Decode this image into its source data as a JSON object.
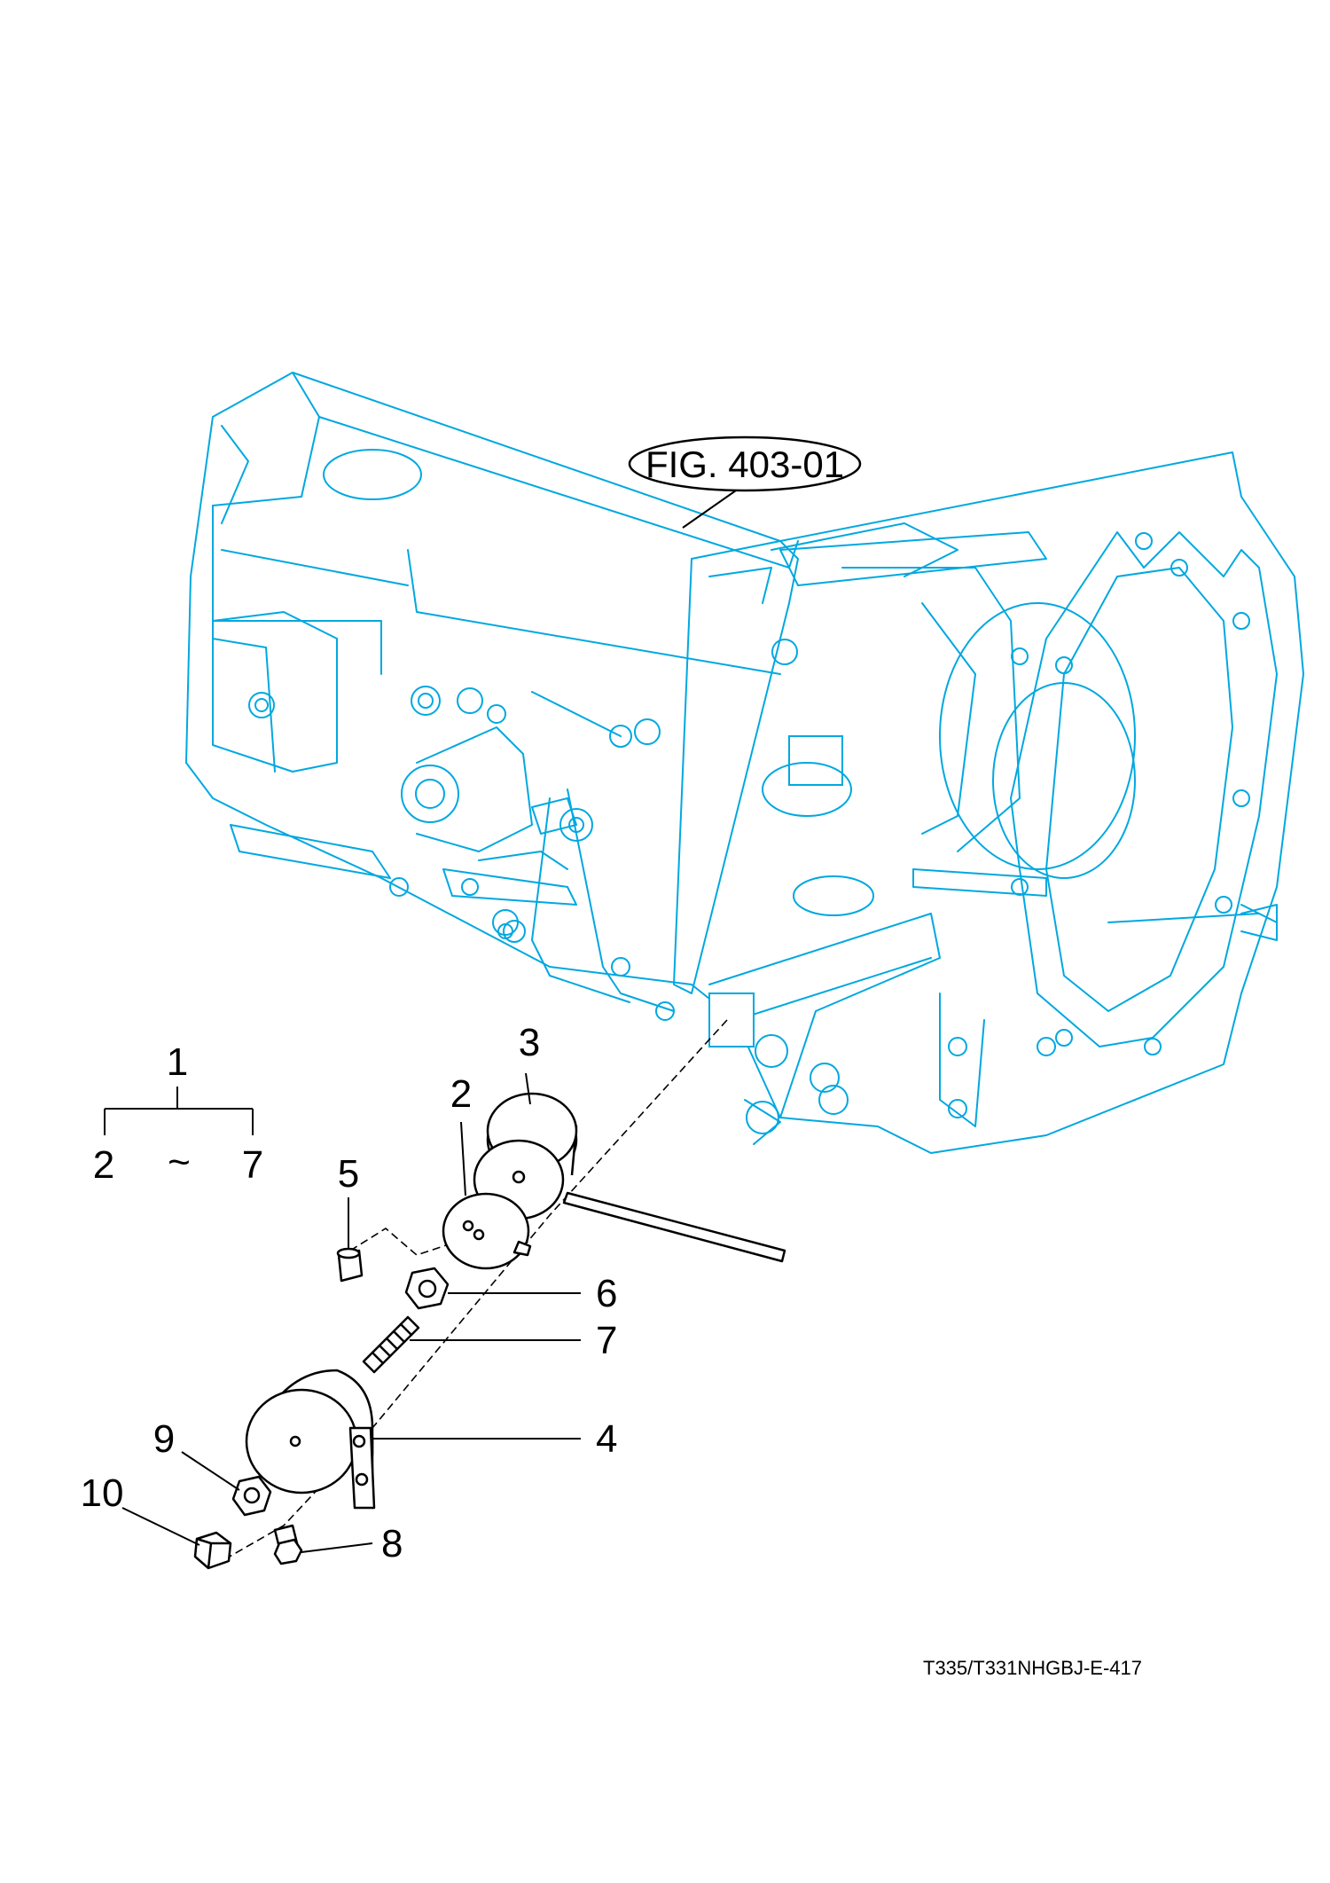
{
  "figure_reference": "FIG. 403-01",
  "assembly": {
    "parent": "1",
    "range_from": "2",
    "range_sep": "~",
    "range_to": "7"
  },
  "callouts": {
    "c2": "2",
    "c3": "3",
    "c4": "4",
    "c5": "5",
    "c6": "6",
    "c7": "7",
    "c8": "8",
    "c9": "9",
    "c10": "10"
  },
  "document_id": "T335/T331NHGBJ-E-417",
  "colors": {
    "background_assembly": "#00a8e0",
    "parts": "#000000"
  }
}
